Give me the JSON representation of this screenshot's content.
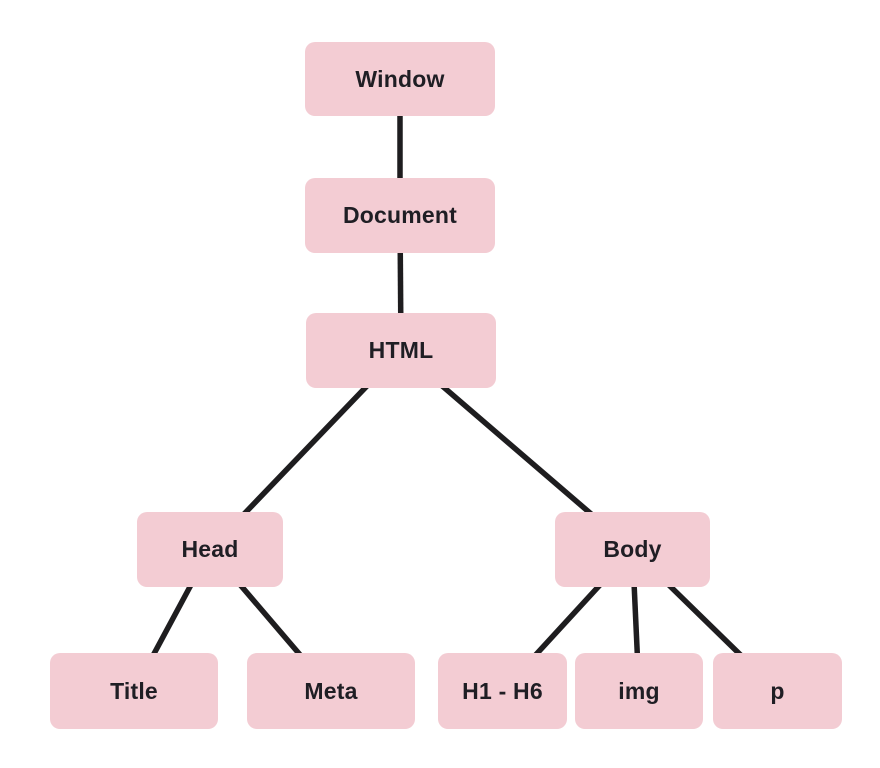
{
  "diagram": {
    "nodes": {
      "window": {
        "label": "Window"
      },
      "document": {
        "label": "Document"
      },
      "html": {
        "label": "HTML"
      },
      "head": {
        "label": "Head"
      },
      "body": {
        "label": "Body"
      },
      "title": {
        "label": "Title"
      },
      "meta": {
        "label": "Meta"
      },
      "h1h6": {
        "label": "H1 - H6"
      },
      "img": {
        "label": "img"
      },
      "p": {
        "label": "p"
      }
    },
    "edges": [
      [
        "window",
        "document"
      ],
      [
        "document",
        "html"
      ],
      [
        "html",
        "head"
      ],
      [
        "html",
        "body"
      ],
      [
        "head",
        "title"
      ],
      [
        "head",
        "meta"
      ],
      [
        "body",
        "h1h6"
      ],
      [
        "body",
        "img"
      ],
      [
        "body",
        "p"
      ]
    ],
    "colors": {
      "node_fill": "#f3ccd3",
      "node_text": "#1f1e24",
      "edge": "#1e1d1f",
      "background": "#ffffff"
    },
    "edge_stroke_width": 5.5
  }
}
